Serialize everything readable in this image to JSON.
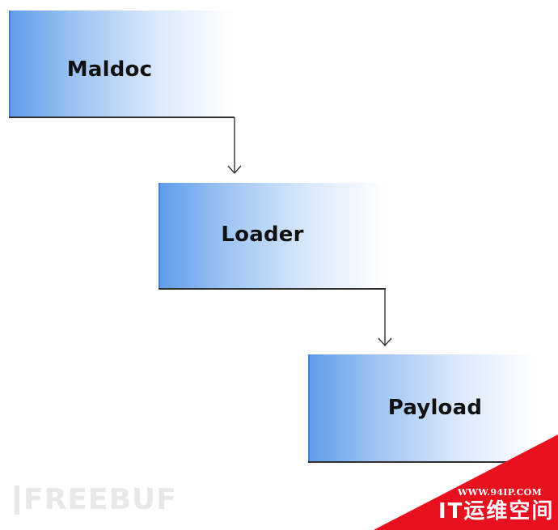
{
  "diagram": {
    "nodes": [
      {
        "id": "maldoc",
        "label": "Maldoc"
      },
      {
        "id": "loader",
        "label": "Loader"
      },
      {
        "id": "payload",
        "label": "Payload"
      }
    ],
    "edges": [
      {
        "from": "maldoc",
        "to": "loader"
      },
      {
        "from": "loader",
        "to": "payload"
      }
    ],
    "colors": {
      "box_gradient_start": "#5f9ceb",
      "box_gradient_end": "#ffffff",
      "box_border": "#2f2f2f",
      "arrow": "#333333"
    }
  },
  "watermarks": {
    "left_logo_text": "FREEBUF",
    "right_url": "WWW.94IP.COM",
    "right_name": "IT运维空间",
    "right_color": "#e8101f"
  }
}
